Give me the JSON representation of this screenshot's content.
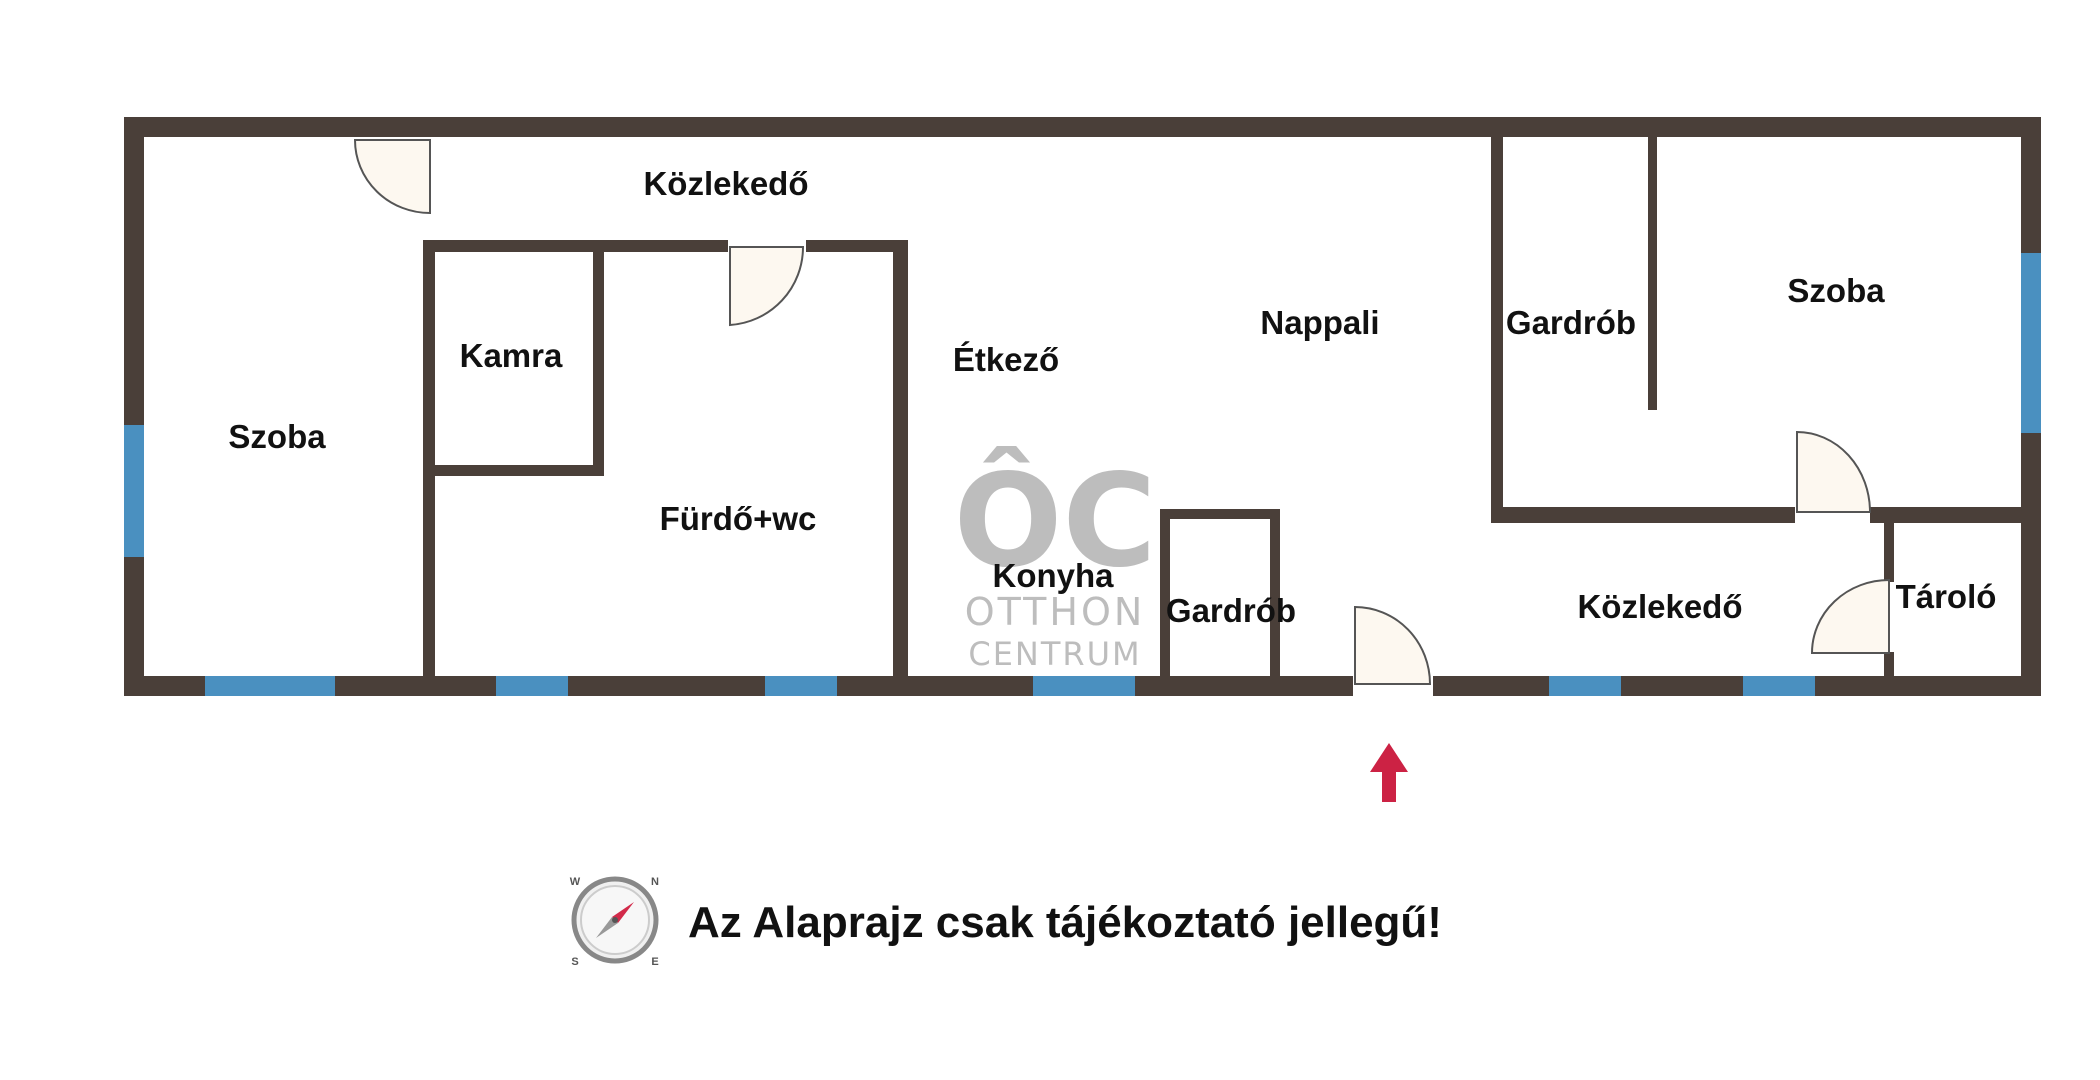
{
  "colors": {
    "wall": "#4a3f39",
    "window": "#4a90c0",
    "door_fill": "#fdf8f0",
    "arrow": "#cc2244",
    "watermark": "#bdbdbd"
  },
  "rooms": {
    "szoba_left": "Szoba",
    "kozlekedo_top": "Közlekedő",
    "kamra": "Kamra",
    "furdo": "Fürdő+wc",
    "etkezo": "Étkező",
    "nappali": "Nappali",
    "gardrob_top": "Gardrób",
    "szoba_right": "Szoba",
    "konyha": "Konyha",
    "gardrob_bottom": "Gardrób",
    "kozlekedo_bottom": "Közlekedő",
    "tarolo": "Tároló"
  },
  "watermark": {
    "logo": "ÔC",
    "line1": "OTTHON",
    "line2": "CENTRUM"
  },
  "compass": {
    "n": "N",
    "s": "S",
    "e": "E",
    "w": "W",
    "icon": "compass-icon"
  },
  "entrance_icon": "arrow-up-icon",
  "disclaimer": "Az Alaprajz csak tájékoztató jellegű!"
}
